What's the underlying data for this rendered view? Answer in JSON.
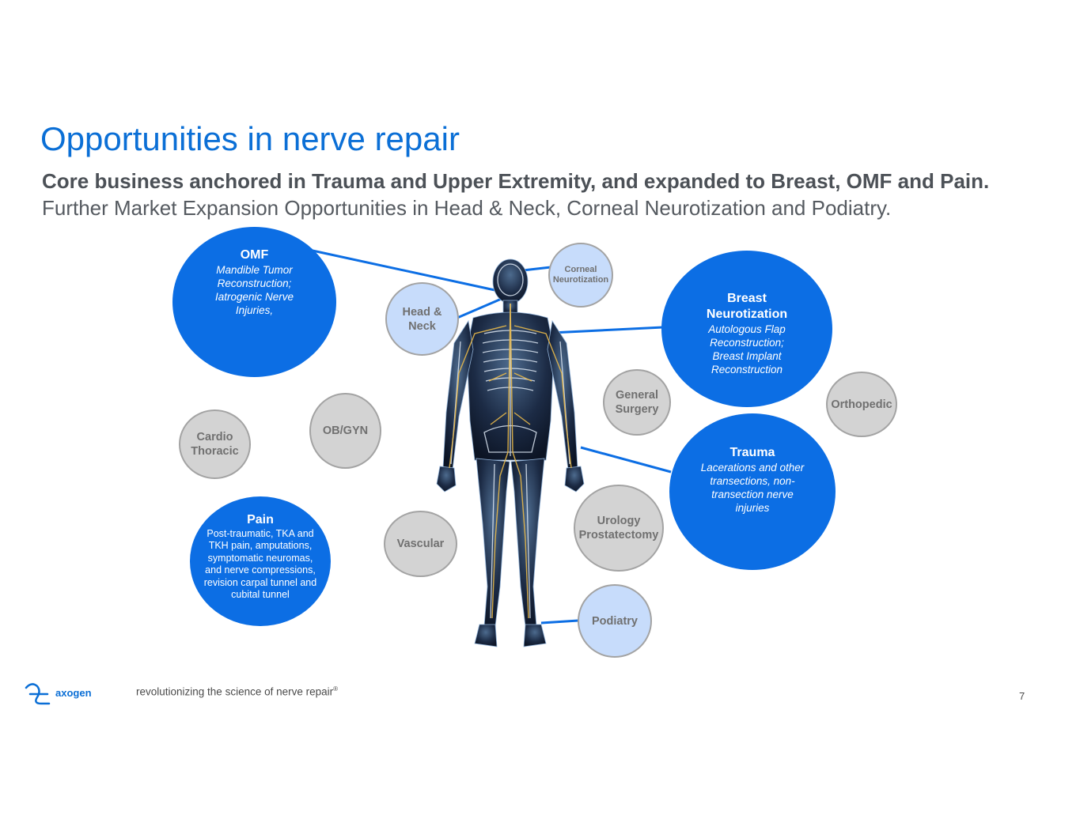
{
  "title": "Opportunities in nerve repair",
  "subtitle": {
    "bold": "Core business anchored in Trauma and Upper Extremity, and expanded to Breast, OMF and Pain.",
    "regular": " Further Market Expansion Opportunities in Head & Neck, Corneal Neurotization and Podiatry."
  },
  "bubbles": {
    "omf": {
      "name": "OMF",
      "desc": "Mandible Tumor Reconstruction; Iatrogenic Nerve Injuries,"
    },
    "head_neck": {
      "name": "Head & Neck"
    },
    "corneal": {
      "name": "Corneal Neurotization"
    },
    "breast": {
      "name": "Breast Neurotization",
      "desc": "Autologous Flap Reconstruction; Breast Implant Reconstruction"
    },
    "general_surgery": {
      "name": "General Surgery"
    },
    "orthopedic": {
      "name": "Orthopedic"
    },
    "cardio": {
      "name": "Cardio Thoracic"
    },
    "obgyn": {
      "name": "OB/GYN"
    },
    "trauma": {
      "name": "Trauma",
      "desc": "Lacerations and other transections, non-transection nerve injuries"
    },
    "pain": {
      "name": "Pain",
      "desc": "Post-traumatic,  TKA and TKH pain, amputations, symptomatic neuromas, and nerve compressions, revision carpal tunnel and cubital tunnel"
    },
    "vascular": {
      "name": "Vascular"
    },
    "urology": {
      "name": "Urology Prostatectomy"
    },
    "podiatry": {
      "name": "Podiatry"
    }
  },
  "colors": {
    "primary_blue": "#0c6ee4",
    "expansion_light_blue": "#c7dcfb",
    "secondary_gray": "#d3d3d3",
    "title_blue": "#0b6fd6"
  },
  "footer": {
    "logo_text": "axogen",
    "tagline": "revolutionizing the science of nerve repair",
    "tagline_mark": "®",
    "page_number": "7"
  }
}
